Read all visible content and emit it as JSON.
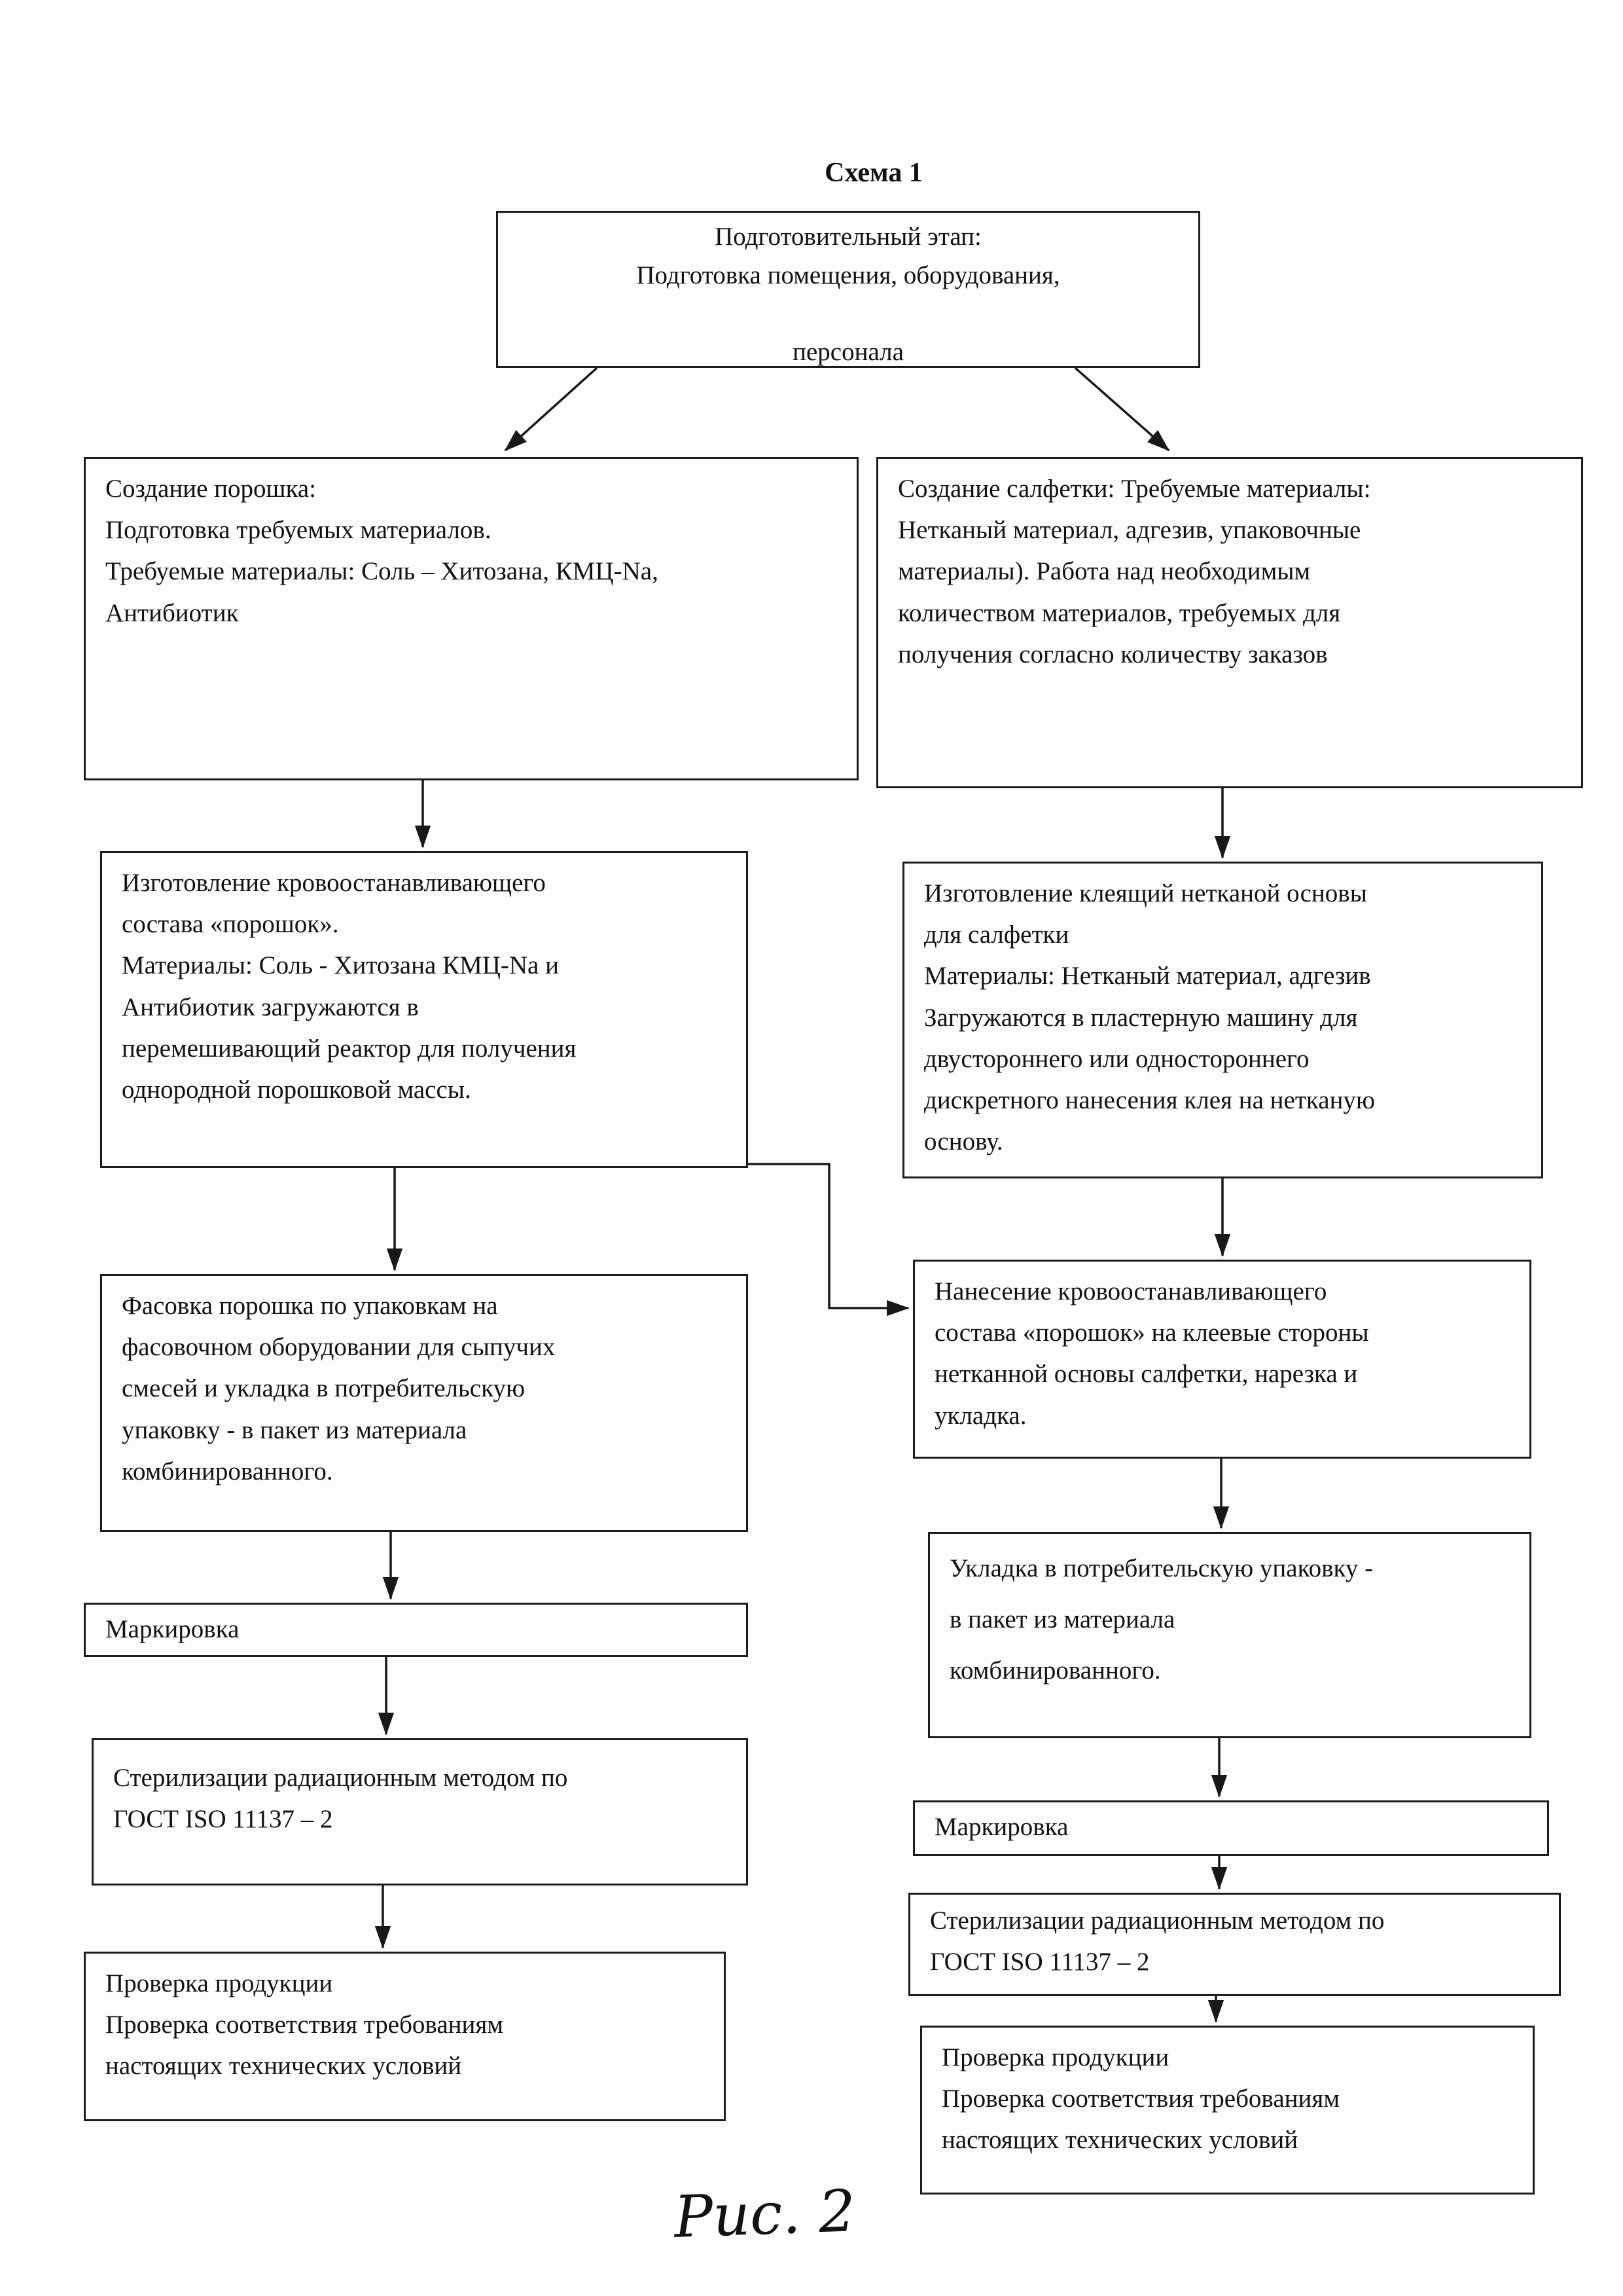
{
  "diagram": {
    "title": "Схема 1",
    "caption": "Рис. 2",
    "nodes": {
      "prep": "Подготовительный этап:\nПодготовка помещения, оборудования,\n\nперсонала",
      "powder_start": "Создание порошка:\nПодготовка требуемых материалов.\nТребуемые материалы: Соль – Хитозана, КМЦ-Na,\nАнтибиотик",
      "wipe_start": "Создание салфетки: Требуемые материалы:\nНетканый материал, адгезив, упаковочные\nматериалы).   Работа над необходимым\nколичеством материалов, требуемых для\nполучения согласно количеству заказов",
      "powder_mix": "Изготовление кровоостанавливающего\nсостава «порошок».\nМатериалы: Соль - Хитозана КМЦ-Na и\nАнтибиотик загружаются в\nперемешивающий реактор для получения\nоднородной порошковой массы.",
      "adhesive_base": "Изготовление клеящий нетканой основы\nдля салфетки\nМатериалы: Нетканый материал, адгезив\nЗагружаются в пластерную машину для\nдвустороннего или одностороннего\nдискретного нанесения клея на нетканую\nоснову.",
      "powder_pack": "Фасовка порошка по упаковкам на\nфасовочном оборудовании для сыпучих\nсмесей и укладка в потребительскую\nупаковку - в пакет из материала\nкомбинированного.",
      "powder_apply": "Нанесение кровоостанавливающего\nсостава «порошок» на клеевые стороны\nнетканной основы салфетки, нарезка и\nукладка.",
      "wipe_pack": "Укладка в потребительскую упаковку -\nв пакет из материала\nкомбинированного.",
      "mark_powder": "Маркировка",
      "sterilize_powder": "Стерилизации радиационным методом по\nГОСТ ISO 11137 – 2",
      "inspect_powder": "Проверка продукции\nПроверка соответствия  требованиям\nнастоящих технических условий",
      "mark_wipe": "Маркировка",
      "sterilize_wipe": "Стерилизации радиационным методом по\nГОСТ ISO 11137 – 2",
      "inspect_wipe": "Проверка продукции\nПроверка соответствия  требованиям\nнастоящих технических условий"
    }
  }
}
